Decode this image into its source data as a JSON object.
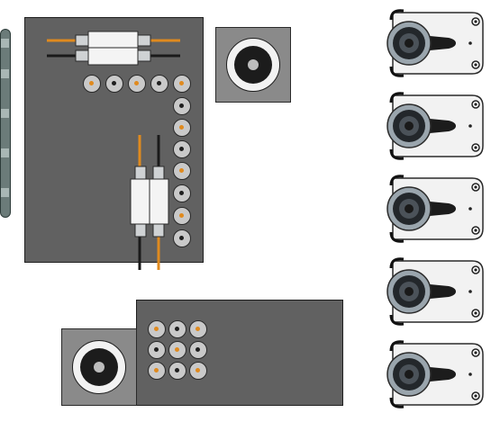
{
  "colors": {
    "panel": "#616161",
    "panel_border": "#1f1f1f",
    "wire_orange": "#e08a1e",
    "wire_black": "#1a1a1a",
    "mount_body": "#f2f2f2",
    "mount_outline": "#2a2a2a",
    "rail": "#6b7b79"
  },
  "icons": {
    "mounts": [
      "servo-mount-icon",
      "servo-mount-icon",
      "servo-mount-icon",
      "servo-mount-icon",
      "servo-mount-icon"
    ],
    "sockets": [
      "speaker-socket-icon",
      "speaker-socket-icon"
    ]
  },
  "grid_stud_cores": [
    "orange",
    "dark",
    "orange",
    "dark",
    "orange",
    "dark",
    "orange",
    "dark",
    "orange"
  ]
}
